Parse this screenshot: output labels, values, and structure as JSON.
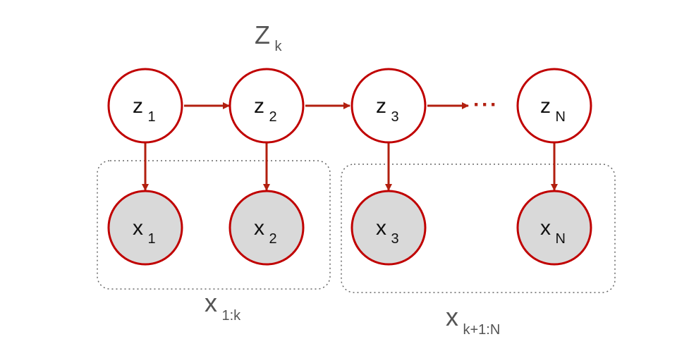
{
  "colors": {
    "node_stroke": "#c00000",
    "observed_fill": "#d9d9d9",
    "latent_fill": "#ffffff",
    "edge": "#b21f0f",
    "group_border": "#666666",
    "label_text": "#555555"
  },
  "top_label": {
    "main": "Z",
    "sub": "k"
  },
  "latent_nodes": [
    {
      "id": "z1",
      "main": "z",
      "sub": "1"
    },
    {
      "id": "z2",
      "main": "z",
      "sub": "2"
    },
    {
      "id": "z3",
      "main": "z",
      "sub": "3"
    },
    {
      "id": "zN",
      "main": "z",
      "sub": "N"
    }
  ],
  "observed_nodes": [
    {
      "id": "x1",
      "main": "x",
      "sub": "1"
    },
    {
      "id": "x2",
      "main": "x",
      "sub": "2"
    },
    {
      "id": "x3",
      "main": "x",
      "sub": "3"
    },
    {
      "id": "xN",
      "main": "x",
      "sub": "N"
    }
  ],
  "ellipsis": "···",
  "edges": [
    {
      "from": "z1",
      "to": "z2"
    },
    {
      "from": "z2",
      "to": "z3"
    },
    {
      "from": "z1",
      "to": "x1"
    },
    {
      "from": "z2",
      "to": "x2"
    },
    {
      "from": "z3",
      "to": "x3"
    },
    {
      "from": "zN",
      "to": "xN"
    }
  ],
  "groups": [
    {
      "id": "left",
      "label_main": "x",
      "label_sub": "1:k"
    },
    {
      "id": "right",
      "label_main": "x",
      "label_sub": "k+1:N"
    }
  ]
}
